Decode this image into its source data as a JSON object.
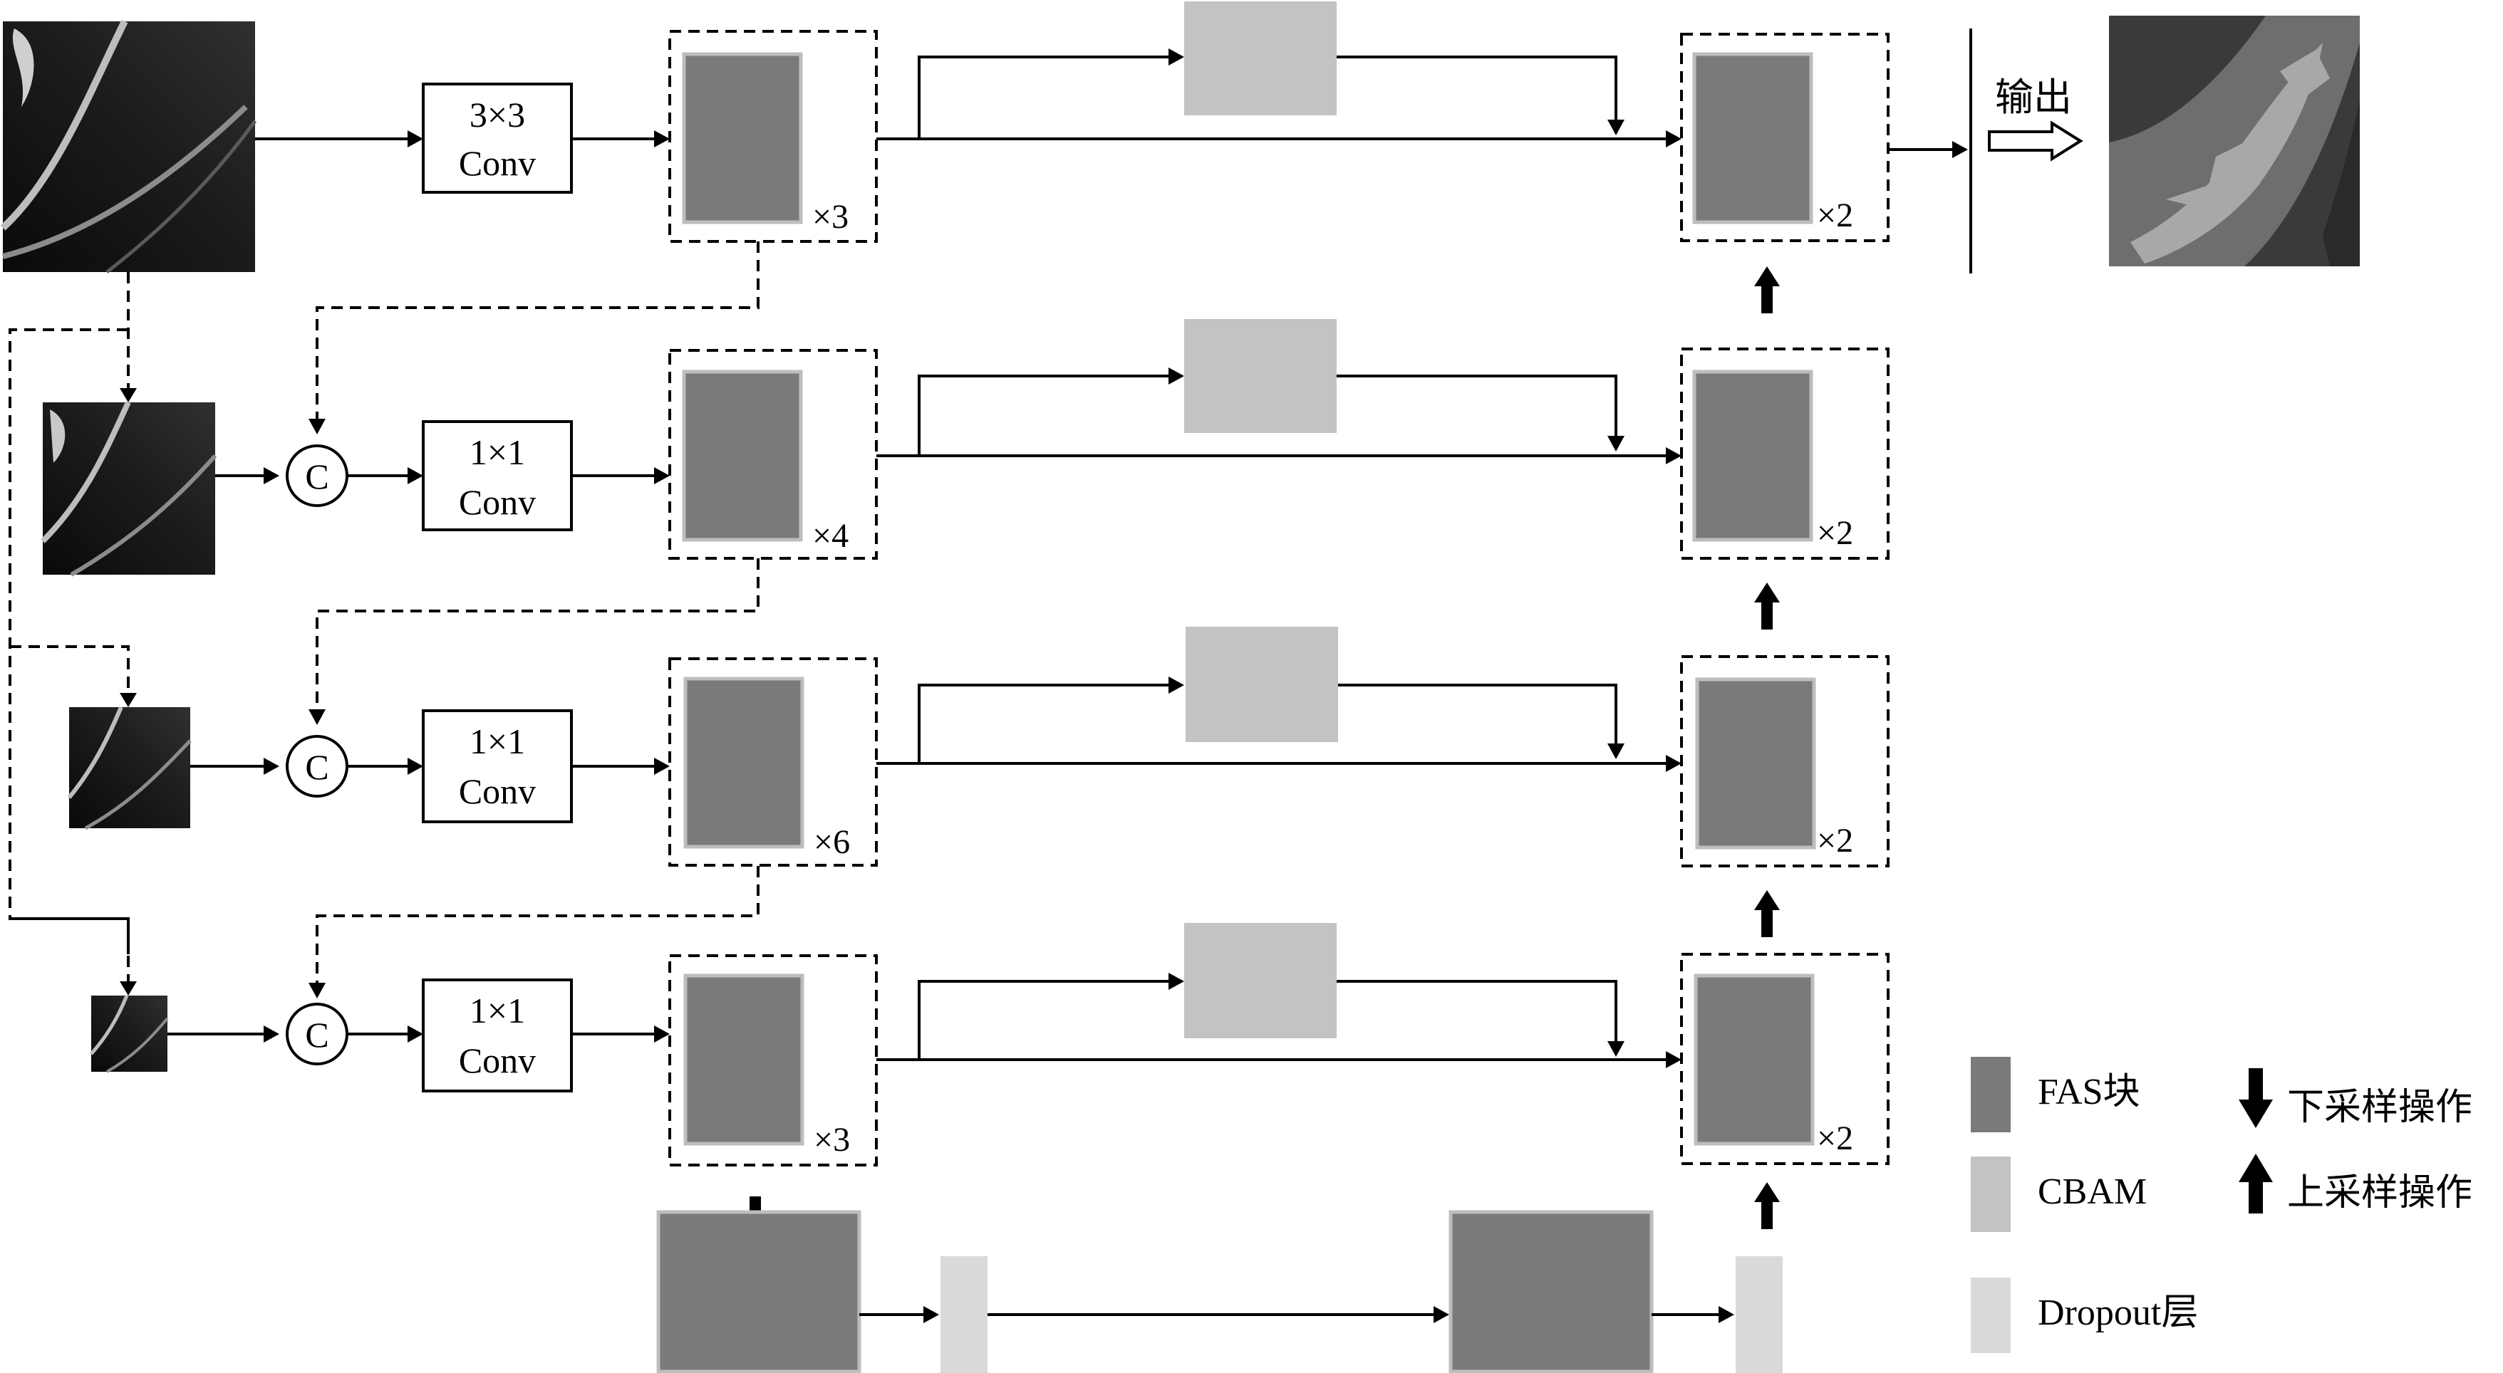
{
  "conv_blocks": [
    "3×3\nConv",
    "1×1\nConv",
    "1×1\nConv",
    "1×1\nConv"
  ],
  "conv_top": [
    "3×3",
    "1×1",
    "1×1",
    "1×1"
  ],
  "conv_bottom": [
    "Conv",
    "Conv",
    "Conv",
    "Conv"
  ],
  "concat_symbol": "C",
  "encoder_repeats": [
    "×3",
    "×4",
    "×6",
    "×3"
  ],
  "decoder_repeats": [
    "×2",
    "×2",
    "×2",
    "×2"
  ],
  "output_label": "输出",
  "legend": {
    "fas": "FAS块",
    "cbam": "CBAM",
    "dropout": "Dropout层",
    "down": "下采样操作",
    "up": "上采样操作"
  },
  "colors": {
    "fas": "#7a7a7a",
    "fas_border": "#bdbdbd",
    "cbam": "#c3c3c3",
    "dropout": "#dadada",
    "seg_dark": "#3a3a3a",
    "seg_mid": "#6e6e6e",
    "seg_light": "#a8a8a8"
  }
}
